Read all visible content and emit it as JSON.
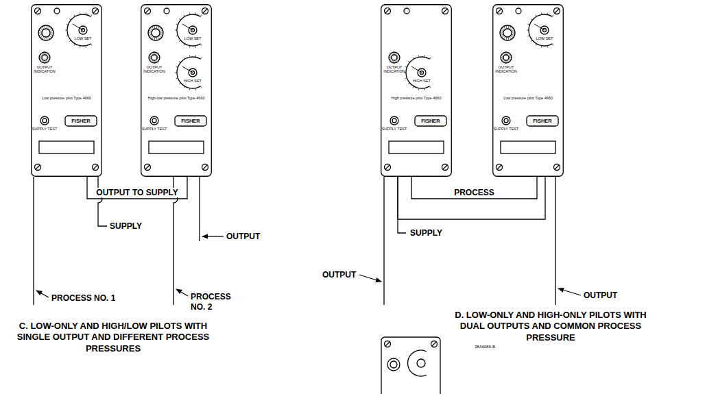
{
  "diagram": {
    "nodes": [
      {
        "text": [
          "LOW SET",
          "OUTPUT INDICATION",
          "Low pressure pilot Type 4660",
          "SUPPLY TEST",
          "FISHER"
        ]
      },
      {
        "text": [
          "LOW SET",
          "OUTPUT INDICATION",
          "HIGH SET",
          "High-low pressure pilot Type 4660",
          "SUPPLY TEST",
          "FISHER"
        ]
      },
      {
        "text": [
          "OUTPUT INDICATION",
          "HIGH SET",
          "High pressure pilot Type 4660",
          "SUPPLY TEST",
          "FISHER"
        ]
      },
      {
        "text": [
          "LOW SET",
          "OUTPUT INDICATION",
          "Low pressure pilot Type 4660",
          "SUPPLY TEST",
          "FISHER"
        ]
      }
    ],
    "edges": [
      {
        "from": 0,
        "to": 1,
        "arrow": "none",
        "label": "OUTPUT TO SUPPLY"
      },
      {
        "from": 2,
        "to": 3,
        "arrow": "none",
        "label": "PROCESS"
      },
      {
        "from": 2,
        "to": 3,
        "arrow": "none"
      }
    ],
    "labels": [
      "SUPPLY",
      "OUTPUT",
      "PROCESS NO. 1",
      "PROCESS NO. 2",
      "C. LOW-ONLY AND HIGH/LOW PILOTS WITH SINGLE OUTPUT AND DIFFERENT PROCESS PRESSURES",
      "OUTPUT",
      "SUPPLY",
      "OUTPUT",
      "D. LOW-ONLY AND HIGH-ONLY PILOTS WITH DUAL OUTPUTS AND COMMON PROCESS PRESSURE",
      "38A6086-B"
    ]
  }
}
